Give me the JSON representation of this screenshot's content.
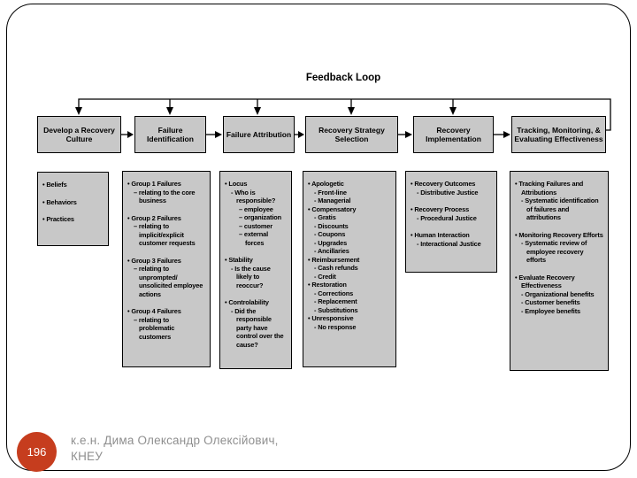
{
  "slide": {
    "title": "Feedback Loop",
    "page_number": "196",
    "footer_line1": "к.е.н. Дима Олександр Олексійович,",
    "footer_line2": "КНЕУ",
    "colors": {
      "box_fill": "#c8c8c8",
      "page_circle": "#c63d1e",
      "footer_text": "#8f8f8f",
      "line": "#000000"
    }
  },
  "columns": [
    {
      "title": "Develop a Recovery Culture",
      "details": [
        {
          "l": 1,
          "t": "Beliefs"
        },
        {
          "l": 1,
          "t": "Behaviors",
          "gap": true
        },
        {
          "l": 1,
          "t": "Practices",
          "gap": true
        }
      ]
    },
    {
      "title": "Failure Identification",
      "details": [
        {
          "l": 1,
          "t": "Group 1 Failures"
        },
        {
          "l": 2,
          "d": "–",
          "t": "relating to the core business"
        },
        {
          "l": 1,
          "t": "Group 2 Failures",
          "gap": true
        },
        {
          "l": 2,
          "d": "–",
          "t": "relating to implicit/explicit customer requests"
        },
        {
          "l": 1,
          "t": "Group 3 Failures",
          "gap": true
        },
        {
          "l": 2,
          "d": "–",
          "t": "relating to unprompted/ unsolicited employee actions"
        },
        {
          "l": 1,
          "t": "Group 4 Failures",
          "gap": true
        },
        {
          "l": 2,
          "d": "–",
          "t": "relating to problematic customers"
        }
      ]
    },
    {
      "title": "Failure Attribution",
      "details": [
        {
          "l": 1,
          "t": "Locus"
        },
        {
          "l": 2,
          "d": "-",
          "t": "Who is responsible?"
        },
        {
          "l": 3,
          "d": "–",
          "t": "employee"
        },
        {
          "l": 3,
          "d": "–",
          "t": "organization"
        },
        {
          "l": 3,
          "d": "–",
          "t": "customer"
        },
        {
          "l": 3,
          "d": "–",
          "t": "external forces"
        },
        {
          "l": 1,
          "t": "Stability",
          "gap": true
        },
        {
          "l": 2,
          "d": "-",
          "t": "Is the cause likely to reoccur?"
        },
        {
          "l": 1,
          "t": "Controlability",
          "gap": true
        },
        {
          "l": 2,
          "d": "-",
          "t": "Did the responsible party have control over the cause?"
        }
      ]
    },
    {
      "title": "Recovery Strategy Selection",
      "details": [
        {
          "l": 1,
          "t": "Apologetic"
        },
        {
          "l": 2,
          "d": "-",
          "t": "Front-line"
        },
        {
          "l": 2,
          "d": "-",
          "t": "Managerial"
        },
        {
          "l": 1,
          "t": "Compensatory"
        },
        {
          "l": 2,
          "d": "-",
          "t": "Gratis"
        },
        {
          "l": 2,
          "d": "-",
          "t": "Discounts"
        },
        {
          "l": 2,
          "d": "-",
          "t": "Coupons"
        },
        {
          "l": 2,
          "d": "-",
          "t": "Upgrades"
        },
        {
          "l": 2,
          "d": "-",
          "t": "Ancillaries"
        },
        {
          "l": 1,
          "t": "Reimbursement"
        },
        {
          "l": 2,
          "d": "-",
          "t": "Cash refunds"
        },
        {
          "l": 2,
          "d": "-",
          "t": "Credit"
        },
        {
          "l": 1,
          "t": "Restoration"
        },
        {
          "l": 2,
          "d": "-",
          "t": "Corrections"
        },
        {
          "l": 2,
          "d": "-",
          "t": "Replacement"
        },
        {
          "l": 2,
          "d": "-",
          "t": "Substitutions"
        },
        {
          "l": 1,
          "t": "Unresponsive"
        },
        {
          "l": 2,
          "d": "-",
          "t": "No response"
        }
      ]
    },
    {
      "title": "Recovery Implementation",
      "details": [
        {
          "l": 1,
          "t": "Recovery Outcomes"
        },
        {
          "l": 2,
          "d": "-",
          "t": "Distributive Justice"
        },
        {
          "l": 1,
          "t": "Recovery Process",
          "gap": true
        },
        {
          "l": 2,
          "d": "-",
          "t": "Procedural Justice"
        },
        {
          "l": 1,
          "t": "Human Interaction",
          "gap": true
        },
        {
          "l": 2,
          "d": "-",
          "t": "Interactional Justice"
        }
      ]
    },
    {
      "title": "Tracking, Monitoring, & Evaluating Effectiveness",
      "details": [
        {
          "l": 1,
          "t": "Tracking Failures and Attributions"
        },
        {
          "l": 2,
          "d": "-",
          "t": "Systematic identification of failures and attributions"
        },
        {
          "l": 1,
          "t": "Monitoring Recovery Efforts",
          "gap": true
        },
        {
          "l": 2,
          "d": "-",
          "t": "Systematic review of employee recovery efforts"
        },
        {
          "l": 1,
          "t": "Evaluate Recovery Effectiveness",
          "gap": true
        },
        {
          "l": 2,
          "d": "-",
          "t": "Organizational benefits"
        },
        {
          "l": 2,
          "d": "-",
          "t": "Customer benefits"
        },
        {
          "l": 2,
          "d": "-",
          "t": "Employee benefits"
        }
      ]
    }
  ]
}
